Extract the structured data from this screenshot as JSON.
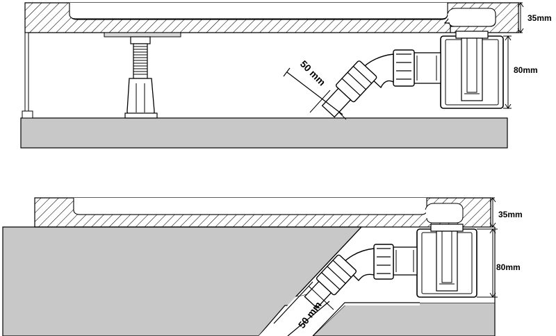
{
  "top_diagram": {
    "dim_tray_label": "35mm",
    "dim_trap_label": "80mm",
    "dim_pipe_label": "50 mm"
  },
  "bottom_diagram": {
    "dim_tray_label": "35mm",
    "dim_trap_label": "80mm",
    "dim_pipe_label": "50 mm"
  },
  "colors": {
    "floor": "#c8c8c8",
    "outline": "#000000",
    "background": "#ffffff"
  }
}
